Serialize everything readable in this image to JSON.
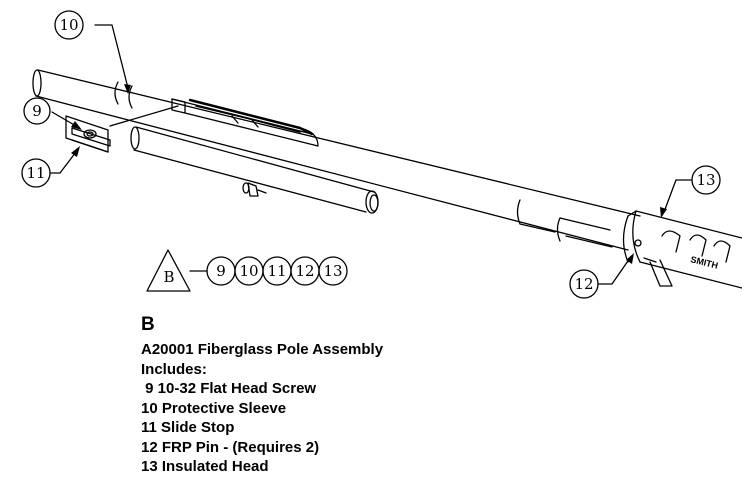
{
  "callouts": {
    "c9": "9",
    "c10": "10",
    "c11": "11",
    "c12": "12",
    "c13": "13"
  },
  "legend": {
    "letter": "B",
    "items": [
      "9",
      "10",
      "11",
      "12",
      "13"
    ]
  },
  "parts_list": {
    "letter": "B",
    "title": "A20001 Fiberglass Pole Assembly",
    "includes": "Includes:",
    "items": [
      " 9 10-32 Flat Head Screw",
      "10 Protective Sleeve",
      "11 Slide Stop",
      "12 FRP Pin - (Requires 2)",
      "13 Insulated Head"
    ]
  },
  "head_stamp": "SMITH"
}
